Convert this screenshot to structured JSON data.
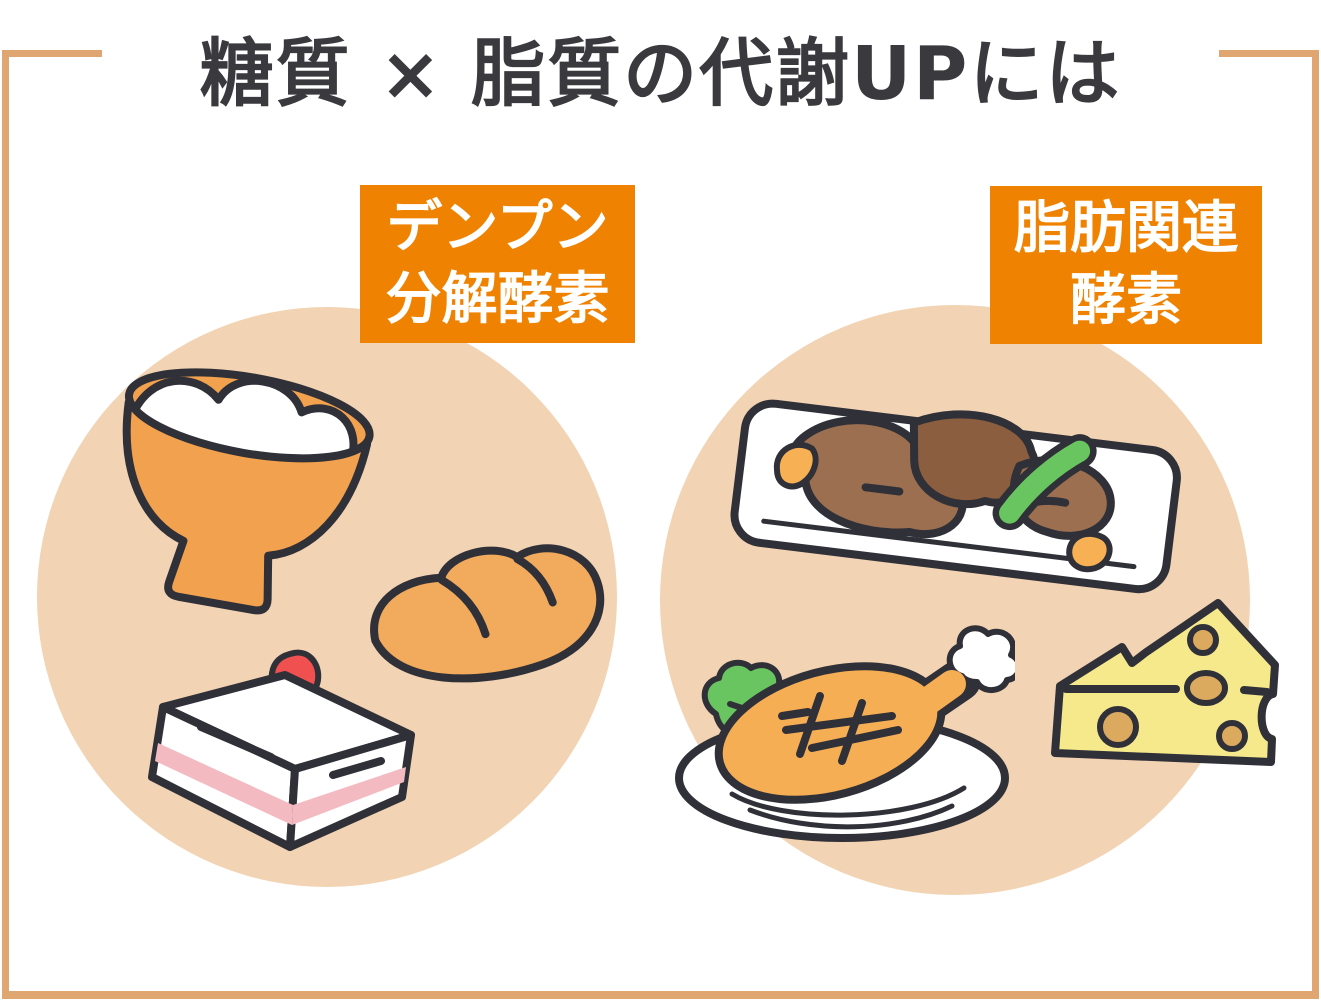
{
  "title": "糖質 × 脂質の代謝UPには",
  "labels": {
    "left": {
      "line1": "デンプン",
      "line2": "分解酵素"
    },
    "right": {
      "line1": "脂肪関連",
      "line2": "酵素"
    }
  },
  "sections": {
    "left": {
      "icons": [
        "rice-bowl-icon",
        "bread-icon",
        "shortcake-icon"
      ]
    },
    "right": {
      "icons": [
        "grilled-meat-plate-icon",
        "chicken-leg-icon",
        "cheese-icon"
      ]
    }
  },
  "colors": {
    "frame": "#dfa671",
    "title_text": "#3a3a3e",
    "circle_bg": "#f2d3b3",
    "label_bg": "#ef8200",
    "label_text": "#ffffff",
    "outline": "#303038",
    "bowl_orange": "#f2a24f",
    "bread_orange": "#f2ab5c",
    "plate_white": "#ffffff",
    "cake_pink": "#f4bac2",
    "strawberry_red": "#f0504f",
    "meat_brown": "#9b6f4f",
    "meat_brown_dark": "#8a5e3f",
    "green": "#69c55f",
    "chicken_orange": "#f6ae55",
    "orange_bit": "#f7b154",
    "cheese_yellow": "#f6e98c",
    "cheese_hole": "#dcaa5e"
  }
}
